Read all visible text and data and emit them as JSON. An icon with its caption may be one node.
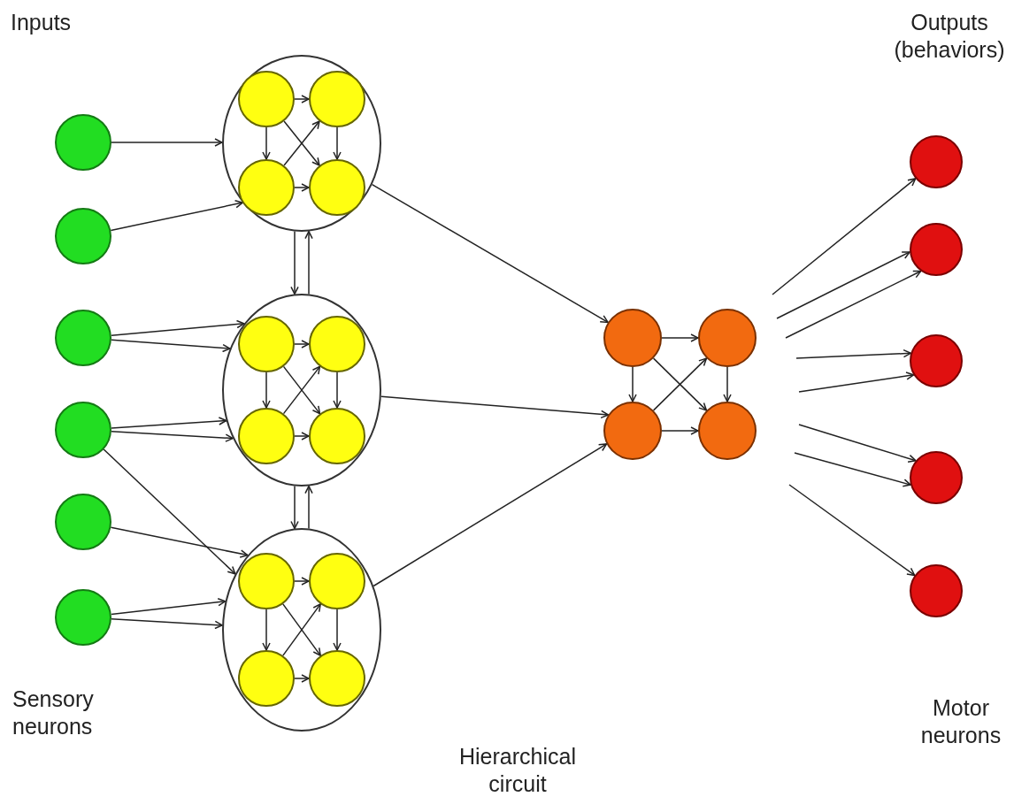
{
  "diagram": {
    "nodes": [
      {
        "text": [],
        "shape": "circle"
      },
      {
        "text": [],
        "shape": "circle"
      },
      {
        "text": [],
        "shape": "circle"
      },
      {
        "text": [],
        "shape": "circle"
      },
      {
        "text": [],
        "shape": "circle"
      },
      {
        "text": [],
        "shape": "circle"
      },
      {
        "text": [],
        "shape": "circle"
      },
      {
        "text": [],
        "shape": "circle",
        "in": 6
      },
      {
        "text": [],
        "shape": "circle",
        "in": 6
      },
      {
        "text": [],
        "shape": "circle",
        "in": 6
      },
      {
        "text": [],
        "shape": "circle",
        "in": 6
      },
      {
        "text": [],
        "shape": "circle"
      },
      {
        "text": [],
        "shape": "circle",
        "in": 11
      },
      {
        "text": [],
        "shape": "circle",
        "in": 11
      },
      {
        "text": [],
        "shape": "circle",
        "in": 11
      },
      {
        "text": [],
        "shape": "circle",
        "in": 11
      },
      {
        "text": [],
        "shape": "circle"
      },
      {
        "text": [],
        "shape": "circle",
        "in": 16
      },
      {
        "text": [],
        "shape": "circle",
        "in": 16
      },
      {
        "text": [],
        "shape": "circle",
        "in": 16
      },
      {
        "text": [],
        "shape": "circle",
        "in": 16
      },
      {
        "text": [],
        "shape": "circle"
      },
      {
        "text": [],
        "shape": "circle"
      },
      {
        "text": [],
        "shape": "circle"
      },
      {
        "text": [],
        "shape": "circle"
      },
      {
        "text": [],
        "shape": "circle"
      },
      {
        "text": [],
        "shape": "circle"
      },
      {
        "text": [],
        "shape": "circle"
      },
      {
        "text": [],
        "shape": "circle"
      },
      {
        "text": [],
        "shape": "circle"
      }
    ],
    "edges": [
      {
        "from": 0,
        "to": 6,
        "arrow": "to"
      },
      {
        "from": 1,
        "to": 6,
        "arrow": "to"
      },
      {
        "from": 2,
        "to": 11,
        "arrow": "to"
      },
      {
        "from": 2,
        "to": 11,
        "arrow": "to"
      },
      {
        "from": 3,
        "to": 11,
        "arrow": "to"
      },
      {
        "from": 3,
        "to": 11,
        "arrow": "to"
      },
      {
        "from": 3,
        "to": 16,
        "arrow": "to"
      },
      {
        "from": 4,
        "to": 16,
        "arrow": "to"
      },
      {
        "from": 5,
        "to": 16,
        "arrow": "to"
      },
      {
        "from": 5,
        "to": 16,
        "arrow": "to"
      },
      {
        "from": 7,
        "to": 8,
        "arrow": "to"
      },
      {
        "from": 7,
        "to": 9,
        "arrow": "to"
      },
      {
        "from": 8,
        "to": 10,
        "arrow": "to"
      },
      {
        "from": 9,
        "to": 10,
        "arrow": "to"
      },
      {
        "from": 7,
        "to": 10,
        "arrow": "to"
      },
      {
        "from": 9,
        "to": 8,
        "arrow": "to"
      },
      {
        "from": 12,
        "to": 13,
        "arrow": "to"
      },
      {
        "from": 12,
        "to": 14,
        "arrow": "to"
      },
      {
        "from": 13,
        "to": 15,
        "arrow": "to"
      },
      {
        "from": 14,
        "to": 15,
        "arrow": "to"
      },
      {
        "from": 12,
        "to": 15,
        "arrow": "to"
      },
      {
        "from": 14,
        "to": 13,
        "arrow": "to"
      },
      {
        "from": 17,
        "to": 18,
        "arrow": "to"
      },
      {
        "from": 17,
        "to": 19,
        "arrow": "to"
      },
      {
        "from": 18,
        "to": 20,
        "arrow": "to"
      },
      {
        "from": 19,
        "to": 20,
        "arrow": "to"
      },
      {
        "from": 17,
        "to": 20,
        "arrow": "to"
      },
      {
        "from": 19,
        "to": 18,
        "arrow": "to"
      },
      {
        "from": 6,
        "to": 11,
        "arrow": "to"
      },
      {
        "from": 11,
        "to": 6,
        "arrow": "to"
      },
      {
        "from": 11,
        "to": 16,
        "arrow": "to"
      },
      {
        "from": 16,
        "to": 11,
        "arrow": "to"
      },
      {
        "from": 6,
        "to": 21,
        "arrow": "to"
      },
      {
        "from": 11,
        "to": 23,
        "arrow": "to"
      },
      {
        "from": 16,
        "to": 23,
        "arrow": "to"
      },
      {
        "from": 21,
        "to": 22,
        "arrow": "to"
      },
      {
        "from": 21,
        "to": 23,
        "arrow": "to"
      },
      {
        "from": 22,
        "to": 24,
        "arrow": "to"
      },
      {
        "from": 23,
        "to": 24,
        "arrow": "to"
      },
      {
        "from": 21,
        "to": 24,
        "arrow": "to"
      },
      {
        "from": 23,
        "to": 22,
        "arrow": "to"
      },
      {
        "from": null,
        "to": 25,
        "arrow": "to"
      },
      {
        "from": null,
        "to": 26,
        "arrow": "to"
      },
      {
        "from": null,
        "to": 26,
        "arrow": "to"
      },
      {
        "from": null,
        "to": 27,
        "arrow": "to"
      },
      {
        "from": null,
        "to": 27,
        "arrow": "to"
      },
      {
        "from": null,
        "to": 28,
        "arrow": "to"
      },
      {
        "from": null,
        "to": 28,
        "arrow": "to"
      },
      {
        "from": null,
        "to": 29,
        "arrow": "to"
      }
    ],
    "labels": [
      "Inputs",
      "Outputs (behaviors)",
      "Sensory neurons",
      "Hierarchical circuit",
      "Motor neurons"
    ]
  }
}
